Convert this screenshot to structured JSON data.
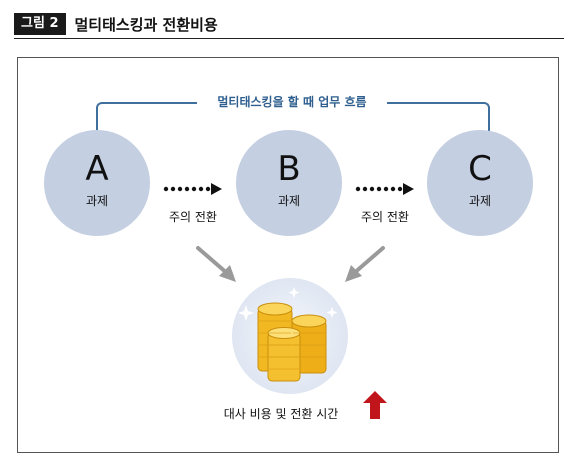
{
  "header": {
    "figure_badge": "그림 2",
    "figure_title": "멀티태스킹과 전환비용"
  },
  "diagram": {
    "top_label": "멀티태스킹을 할 때 업무 흐름",
    "tasks": [
      {
        "letter": "A",
        "label": "과제"
      },
      {
        "letter": "B",
        "label": "과제"
      },
      {
        "letter": "C",
        "label": "과제"
      }
    ],
    "transitions": [
      {
        "label": "주의 전환"
      },
      {
        "label": "주의 전환"
      }
    ],
    "cost_label": "대사 비용 및 전환 시간",
    "colors": {
      "task_circle": "#c4cfe2",
      "flow_line": "#3f6f9c",
      "increase_arrow": "#c0151b",
      "coins": "#f2b822"
    },
    "icons": [
      "dotted-arrow-icon",
      "gray-arrow-icon",
      "coin-stacks-icon",
      "up-arrow-icon"
    ]
  }
}
